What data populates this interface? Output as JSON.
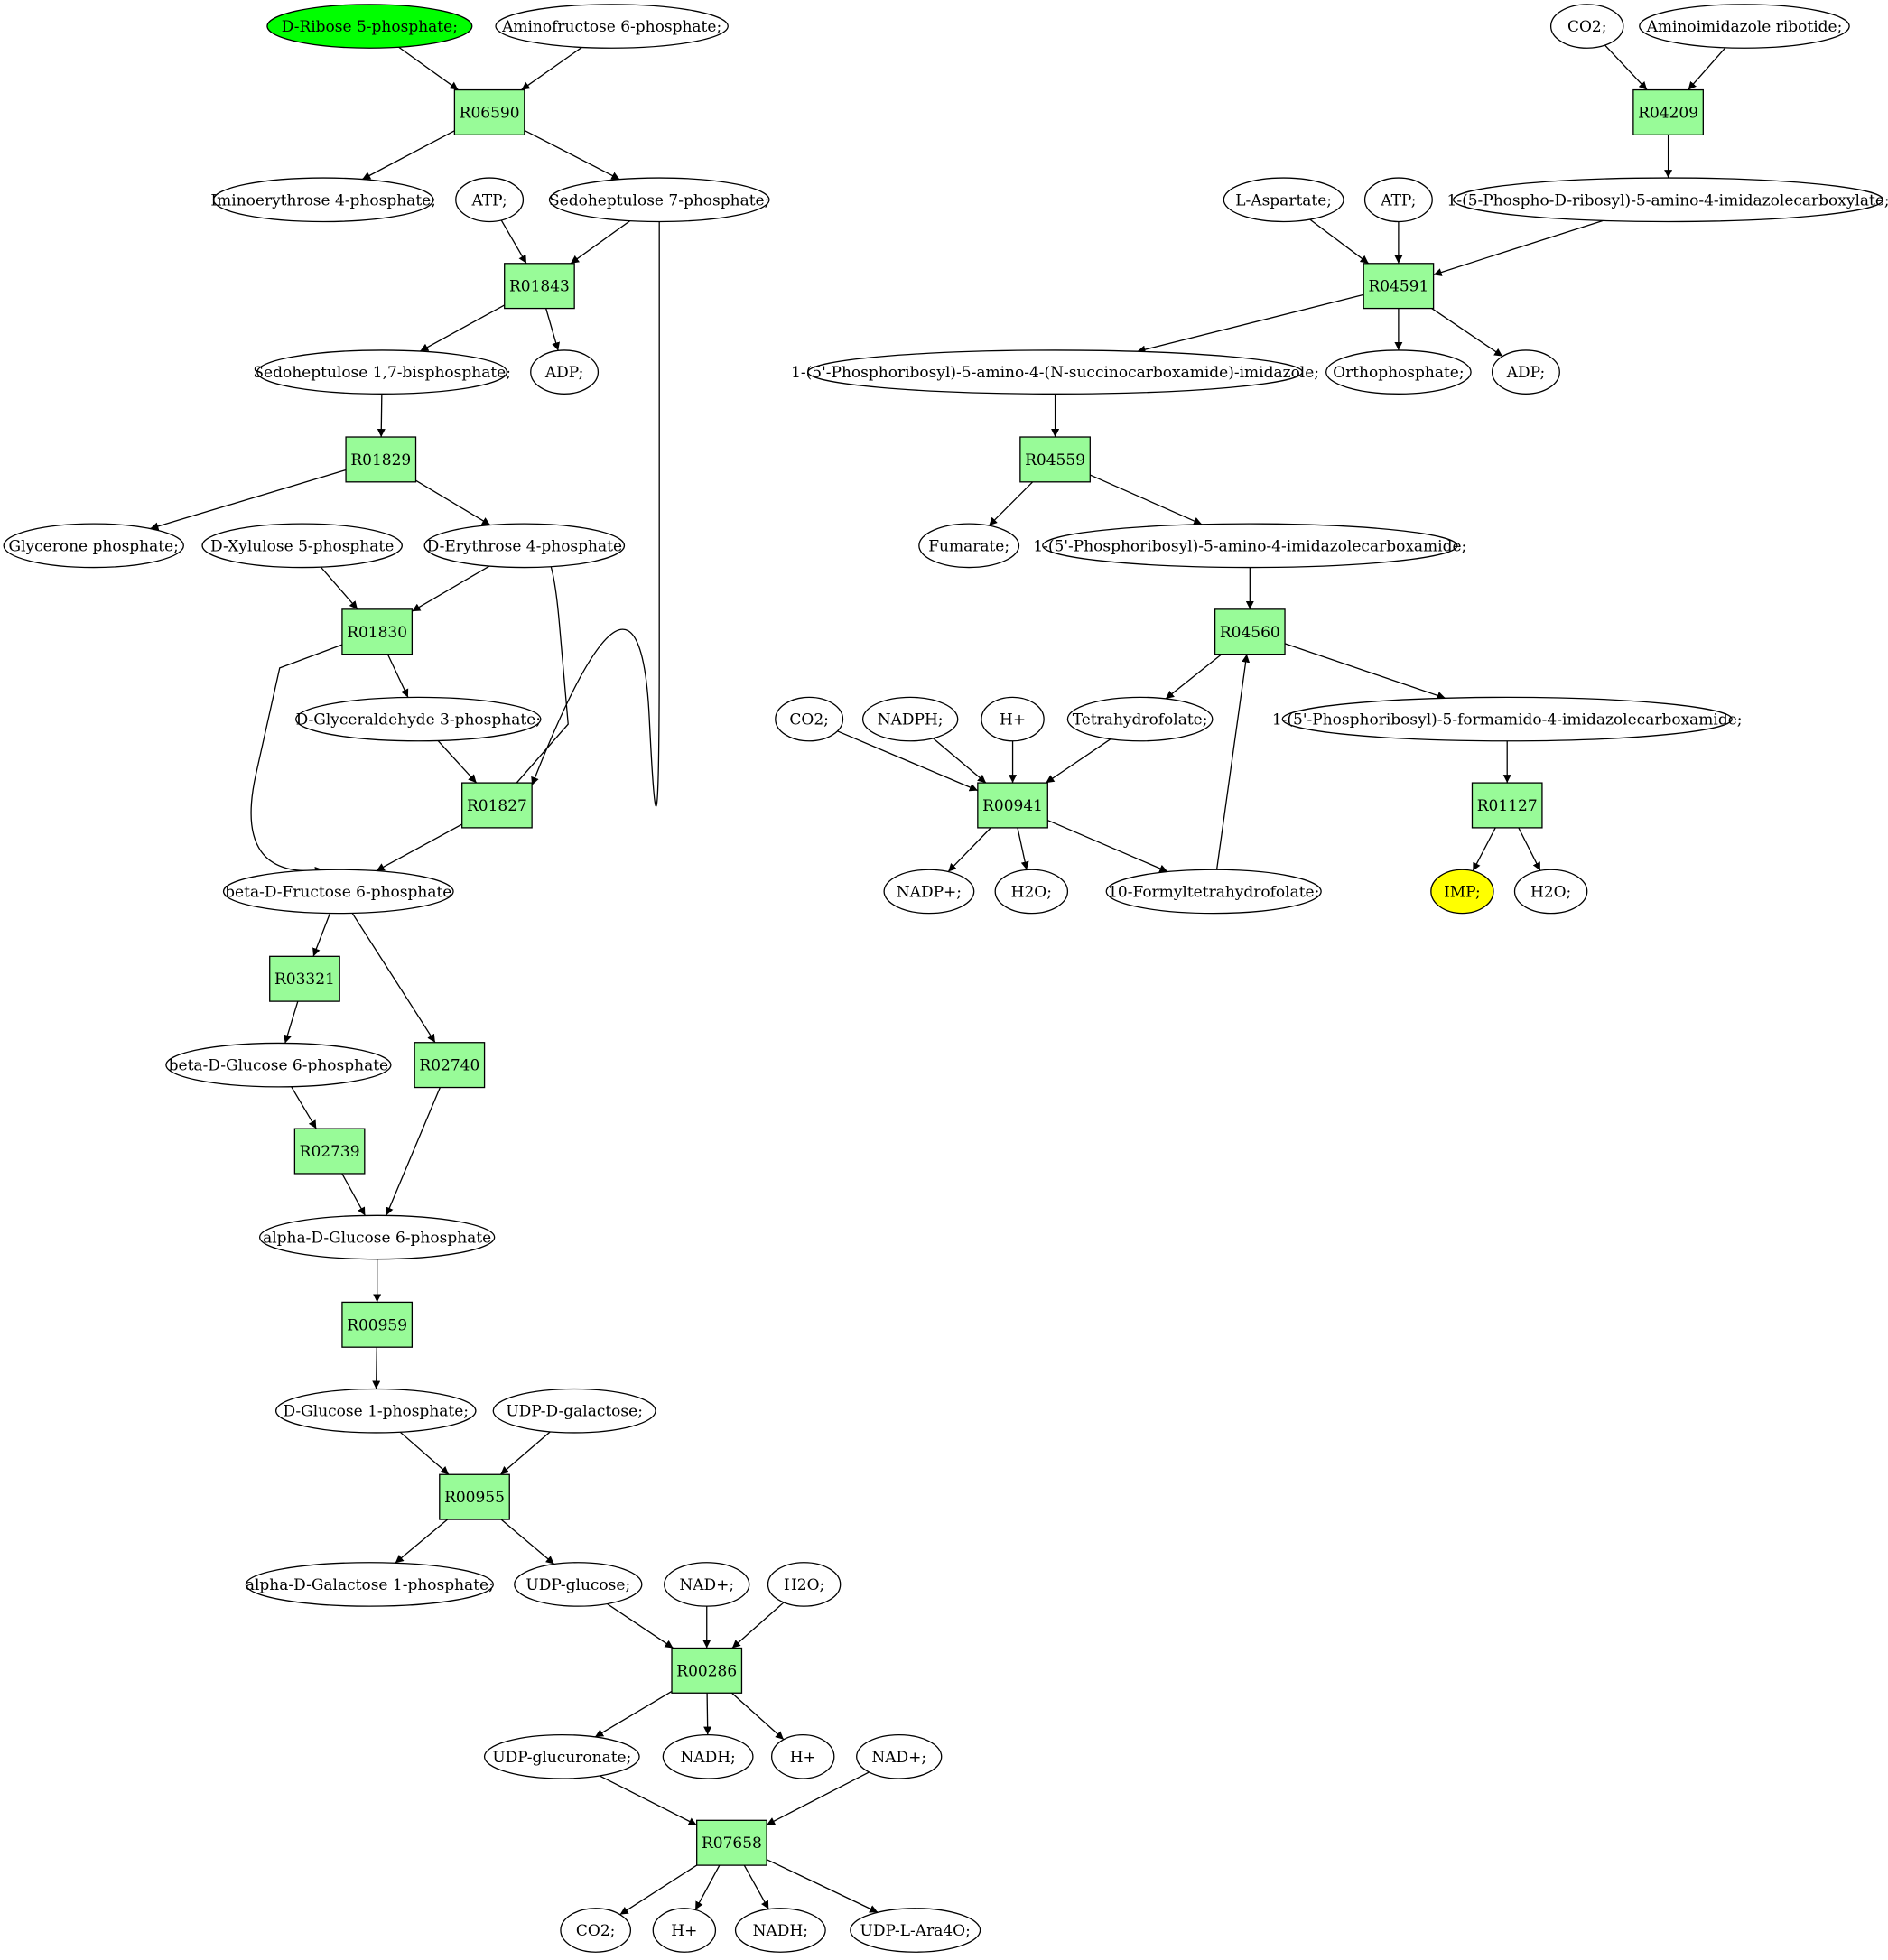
{
  "colors": {
    "reaction_fill": "#98fb98",
    "start_fill": "#00ff00",
    "target_fill": "#ffff00",
    "compound_fill": "#ffffff"
  },
  "reactions": [
    {
      "id": "r06590",
      "label": "R06590"
    },
    {
      "id": "r01843",
      "label": "R01843"
    },
    {
      "id": "r01829",
      "label": "R01829"
    },
    {
      "id": "r01830",
      "label": "R01830"
    },
    {
      "id": "r01827",
      "label": "R01827"
    },
    {
      "id": "r03321",
      "label": "R03321"
    },
    {
      "id": "r02740",
      "label": "R02740"
    },
    {
      "id": "r02739",
      "label": "R02739"
    },
    {
      "id": "r00959",
      "label": "R00959"
    },
    {
      "id": "r00955",
      "label": "R00955"
    },
    {
      "id": "r00286",
      "label": "R00286"
    },
    {
      "id": "r07658",
      "label": "R07658"
    },
    {
      "id": "r04209",
      "label": "R04209"
    },
    {
      "id": "r04591",
      "label": "R04591"
    },
    {
      "id": "r04559",
      "label": "R04559"
    },
    {
      "id": "r04560",
      "label": "R04560"
    },
    {
      "id": "r00941",
      "label": "R00941"
    },
    {
      "id": "r01127",
      "label": "R01127"
    }
  ],
  "compounds": [
    {
      "id": "ribose5p",
      "label": "D-Ribose 5-phosphate;",
      "role": "start"
    },
    {
      "id": "aminofructose6p",
      "label": "Aminofructose 6-phosphate;"
    },
    {
      "id": "iminoerythrose4p",
      "label": "Iminoerythrose 4-phosphate;"
    },
    {
      "id": "atp1",
      "label": "ATP;"
    },
    {
      "id": "sedoheptulose7p",
      "label": "Sedoheptulose 7-phosphate;"
    },
    {
      "id": "sedoheptulose17bp",
      "label": "Sedoheptulose 1,7-bisphosphate;"
    },
    {
      "id": "adp1",
      "label": "ADP;"
    },
    {
      "id": "glyceronep",
      "label": "Glycerone phosphate;"
    },
    {
      "id": "xylulose5p",
      "label": "D-Xylulose 5-phosphate"
    },
    {
      "id": "erythrose4p",
      "label": "D-Erythrose 4-phosphate"
    },
    {
      "id": "glyceraldehyde3p",
      "label": "D-Glyceraldehyde 3-phosphate;"
    },
    {
      "id": "fructose6p",
      "label": "beta-D-Fructose 6-phosphate"
    },
    {
      "id": "bglucose6p",
      "label": "beta-D-Glucose 6-phosphate"
    },
    {
      "id": "aglucose6p",
      "label": "alpha-D-Glucose 6-phosphate"
    },
    {
      "id": "glucose1p",
      "label": "D-Glucose 1-phosphate;"
    },
    {
      "id": "udpgalactose",
      "label": "UDP-D-galactose;"
    },
    {
      "id": "galactose1p",
      "label": "alpha-D-Galactose 1-phosphate;"
    },
    {
      "id": "udpglucose",
      "label": "UDP-glucose;"
    },
    {
      "id": "nad1",
      "label": "NAD+;"
    },
    {
      "id": "h2o1",
      "label": "H2O;"
    },
    {
      "id": "udpglucuronate",
      "label": "UDP-glucuronate;"
    },
    {
      "id": "nadh1",
      "label": "NADH;"
    },
    {
      "id": "hplus1",
      "label": "H+"
    },
    {
      "id": "nad2",
      "label": "NAD+;"
    },
    {
      "id": "co2_1",
      "label": "CO2;"
    },
    {
      "id": "hplus2",
      "label": "H+"
    },
    {
      "id": "nadh2",
      "label": "NADH;"
    },
    {
      "id": "udpara4o",
      "label": "UDP-L-Ara4O;"
    },
    {
      "id": "co2_2",
      "label": "CO2;"
    },
    {
      "id": "air",
      "label": "Aminoimidazole ribotide;"
    },
    {
      "id": "cair",
      "label": "1-(5-Phospho-D-ribosyl)-5-amino-4-imidazolecarboxylate;"
    },
    {
      "id": "laspartate",
      "label": "L-Aspartate;"
    },
    {
      "id": "atp2",
      "label": "ATP;"
    },
    {
      "id": "saicar",
      "label": "1-(5'-Phosphoribosyl)-5-amino-4-(N-succinocarboxamide)-imidazole;"
    },
    {
      "id": "orthophosphate",
      "label": "Orthophosphate;"
    },
    {
      "id": "adp2",
      "label": "ADP;"
    },
    {
      "id": "fumarate",
      "label": "Fumarate;"
    },
    {
      "id": "aicar",
      "label": "1-(5'-Phosphoribosyl)-5-amino-4-imidazolecarboxamide;"
    },
    {
      "id": "co2_3",
      "label": "CO2;"
    },
    {
      "id": "nadph",
      "label": "NADPH;"
    },
    {
      "id": "hplus3",
      "label": "H+"
    },
    {
      "id": "thf",
      "label": "Tetrahydrofolate;"
    },
    {
      "id": "faicar",
      "label": "1-(5'-Phosphoribosyl)-5-formamido-4-imidazolecarboxamide;"
    },
    {
      "id": "nadp",
      "label": "NADP+;"
    },
    {
      "id": "h2o2",
      "label": "H2O;"
    },
    {
      "id": "formylthf",
      "label": "10-Formyltetrahydrofolate;"
    },
    {
      "id": "imp",
      "label": "IMP;",
      "role": "target"
    },
    {
      "id": "h2o3",
      "label": "H2O;"
    }
  ]
}
